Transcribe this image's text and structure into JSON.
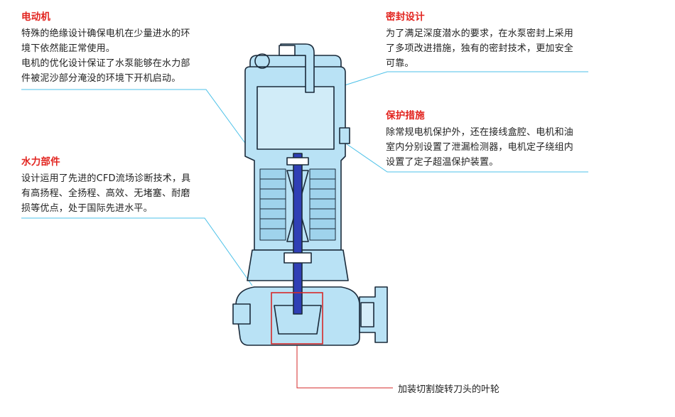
{
  "callouts": {
    "motor": {
      "title": "电动机",
      "lines": [
        "特殊的绝缘设计确保电机在少量进水的环",
        "境下依然能正常使用。",
        "电机的优化设计保证了水泵能够在水力部",
        "件被泥沙部分淹没的环境下开机启动。"
      ]
    },
    "seal": {
      "title": "密封设计",
      "lines": [
        "为了满足深度潜水的要求，在水泵密封上采用",
        "了多项改进措施，独有的密封技术，更加安全",
        "可靠。"
      ]
    },
    "protect": {
      "title": "保护措施",
      "lines": [
        "除常规电机保护外，还在接线盒腔、电机和油",
        "室内分别设置了泄漏检测器，电机定子绕组内",
        "设置了定子超温保护装置。"
      ]
    },
    "hydro": {
      "title": "水力部件",
      "lines": [
        "设计运用了先进的CFD流场诊断技术，具",
        "有高扬程、全扬程、高效、无堵塞、耐磨",
        "损等优点，处于国际先进水平。"
      ]
    },
    "impeller": {
      "label": "加装切割旋转刀头的叶轮"
    }
  },
  "colors": {
    "pump_fill": "#b9e2f5",
    "pump_line": "#1a2a3a",
    "callout_line": "#4cc1e8",
    "highlight": "#d62a2a",
    "title_red": "#e2241f",
    "shaft": "#2f3fb5"
  }
}
